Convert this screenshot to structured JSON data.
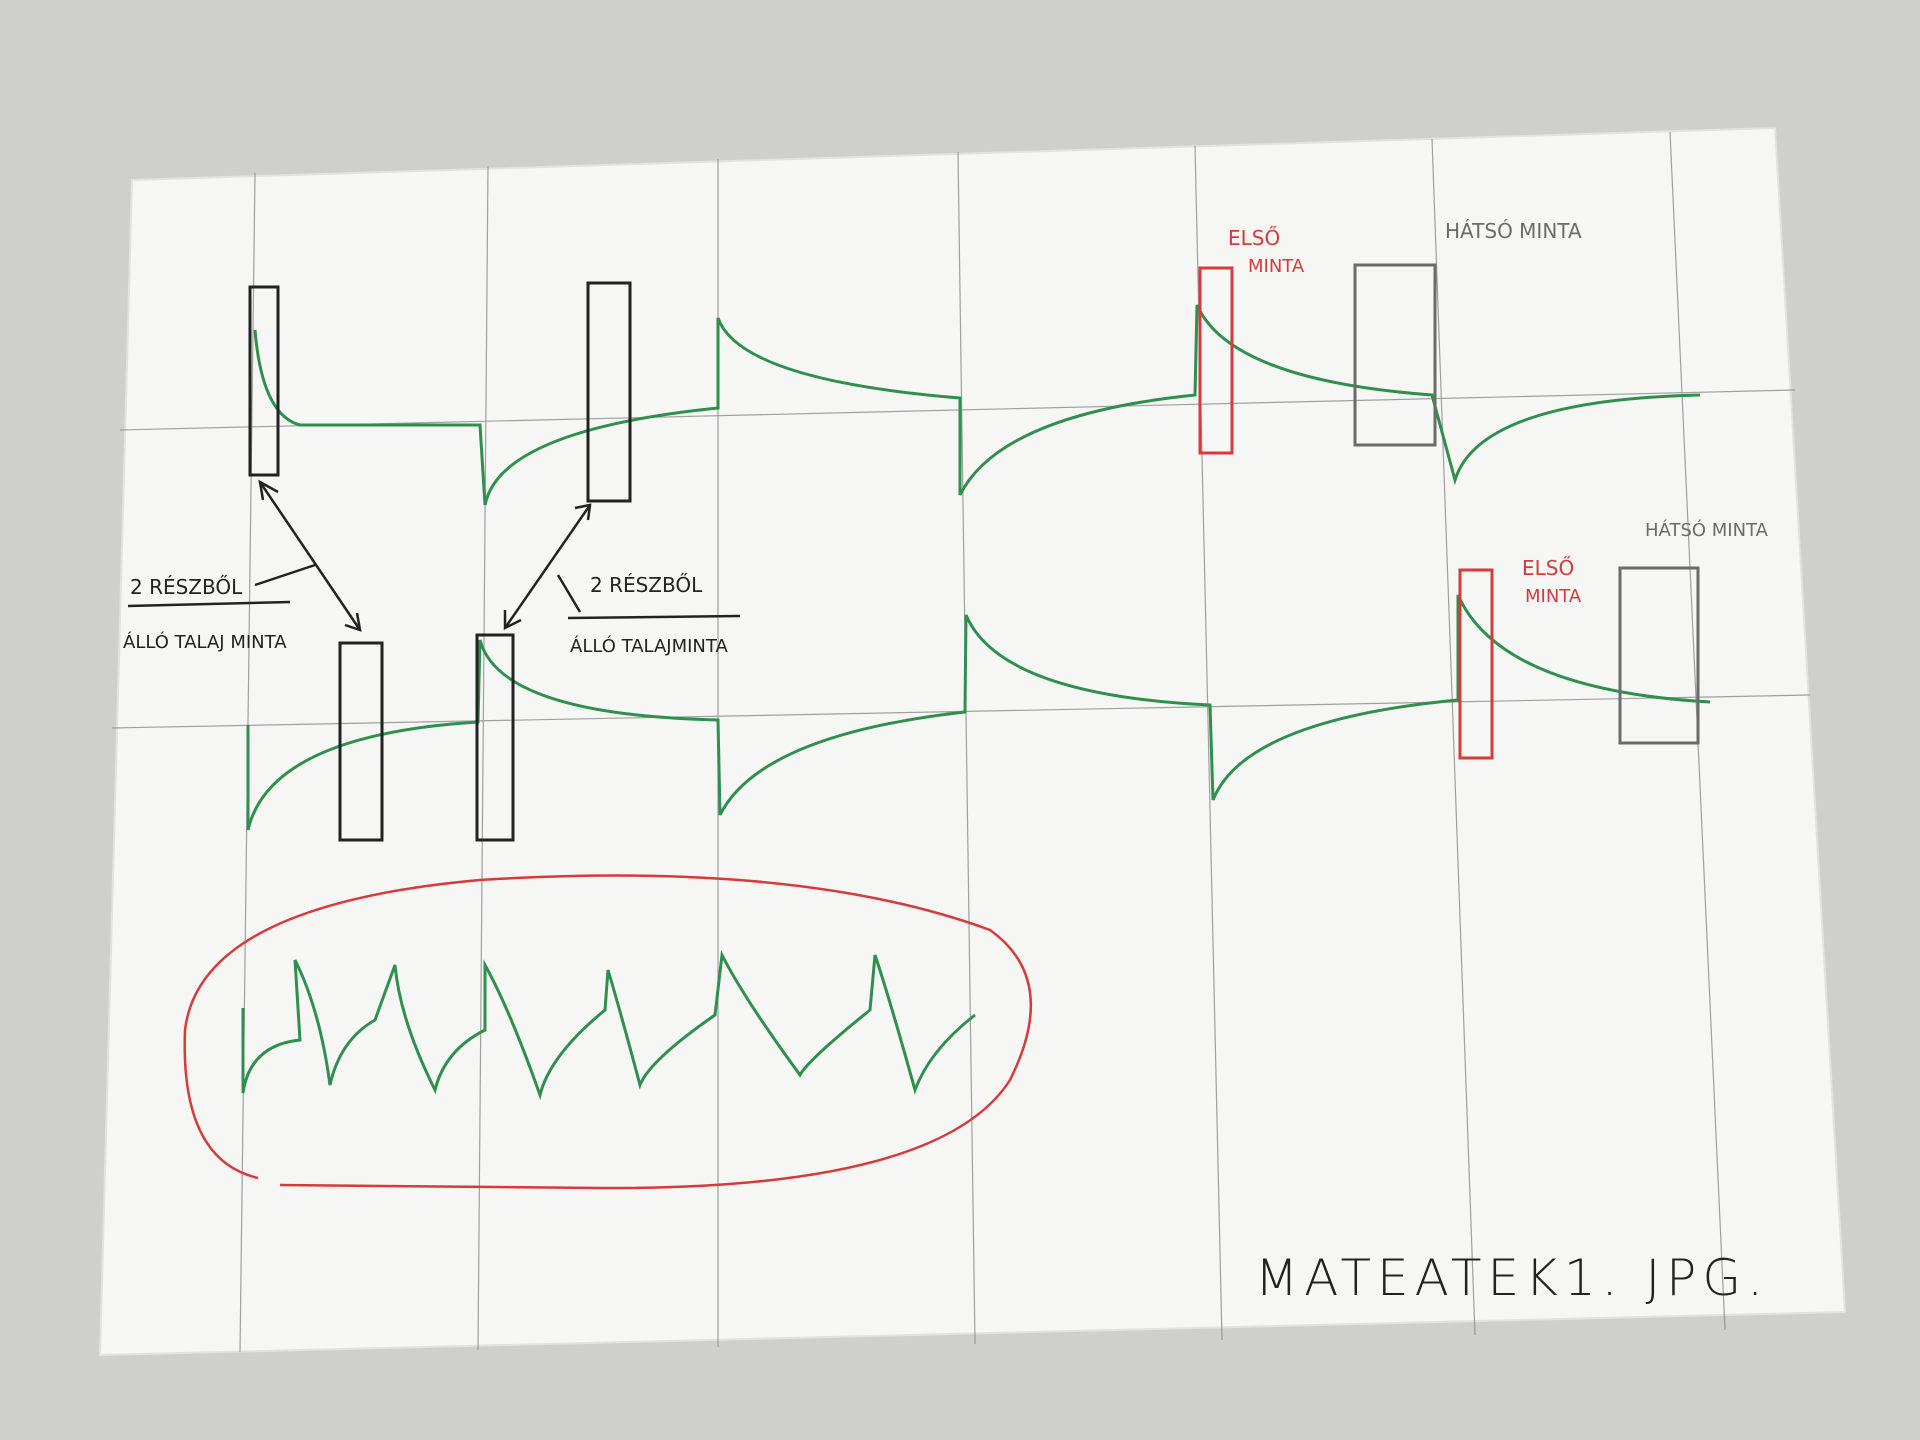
{
  "colors": {
    "table": "#cfd0cb",
    "paper": "#f6f6f4",
    "grid_line": "#8a8a8a",
    "ink_black": "#222222",
    "ink_green": "#2f8f4e",
    "ink_red": "#d63a3a",
    "ink_gray": "#6b6b6b"
  },
  "labels": {
    "two_parts_left": "2 RÉSZBŐL",
    "standing_sample_left": "ÁLLÓ TALAJ MINTA",
    "two_parts_right": "2 RÉSZBŐL",
    "standing_sample_right": "ÁLLÓ TALAJMINTA",
    "front_sample_top_line1": "ELSŐ",
    "front_sample_top_line2": "MINTA",
    "back_sample_top": "HÁTSÓ MINTA",
    "front_sample_bottom_line1": "ELSŐ",
    "front_sample_bottom_line2": "MINTA",
    "back_sample_bottom": "HÁTSÓ MINTA",
    "filename": "MATEATEK1. JPG."
  }
}
